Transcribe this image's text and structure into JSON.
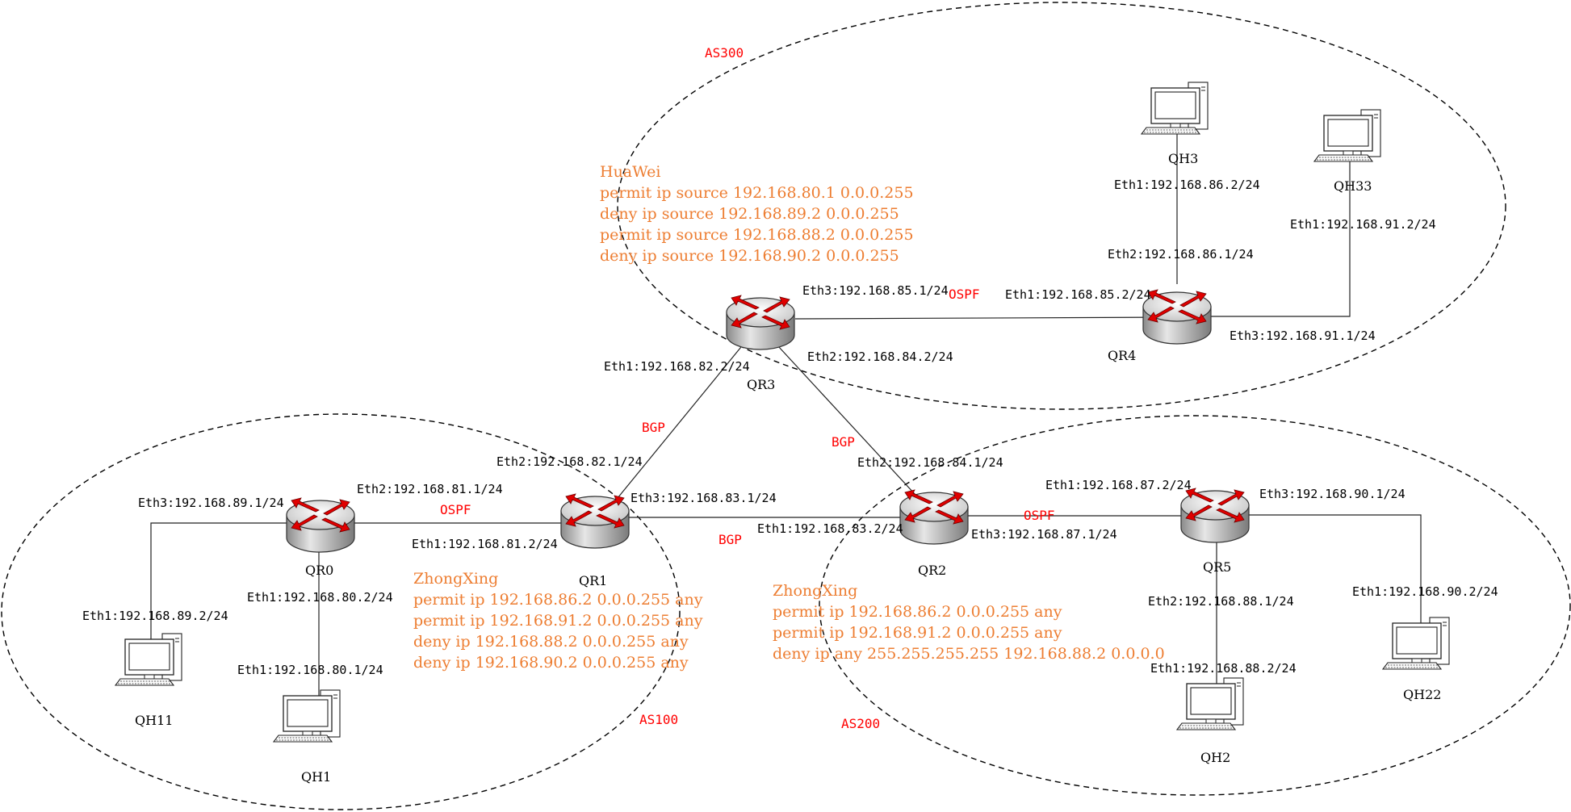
{
  "colors": {
    "protocol_red": "#ff0000",
    "acl_orange": "#ed7d31",
    "router_arrow": "#e00000",
    "line": "#222222"
  },
  "as_areas": {
    "as300": "AS300",
    "as100": "AS100",
    "as200": "AS200"
  },
  "routers": {
    "qr0": "QR0",
    "qr1": "QR1",
    "qr2": "QR2",
    "qr3": "QR3",
    "qr4": "QR4",
    "qr5": "QR5"
  },
  "hosts": {
    "qh1": "QH1",
    "qh11": "QH11",
    "qh2": "QH2",
    "qh22": "QH22",
    "qh3": "QH3",
    "qh33": "QH33"
  },
  "interfaces": {
    "qh3_eth1": "Eth1:192.168.86.2/24",
    "qh33_eth1": "Eth1:192.168.91.2/24",
    "qr4_eth2": "Eth2:192.168.86.1/24",
    "qr4_eth1": "Eth1:192.168.85.2/24",
    "qr4_eth3": "Eth3:192.168.91.1/24",
    "qr3_eth3": "Eth3:192.168.85.1/24",
    "qr3_eth1": "Eth1:192.168.82.2/24",
    "qr3_eth2": "Eth2:192.168.84.2/24",
    "qr1_eth2": "Eth2:192.168.82.1/24",
    "qr1_eth3": "Eth3:192.168.83.1/24",
    "qr0_eth2": "Eth2:192.168.81.1/24",
    "qr0_eth3": "Eth3:192.168.89.1/24",
    "qr1_eth1": "Eth1:192.168.81.2/24",
    "qr0_eth1": "Eth1:192.168.80.2/24",
    "qh11_eth1": "Eth1:192.168.89.2/24",
    "qh1_eth1": "Eth1:192.168.80.1/24",
    "qr2_eth2": "Eth2:192.168.84.1/24",
    "qr2_eth1": "Eth1:192.168.83.2/24",
    "qr2_eth3": "Eth3:192.168.87.1/24",
    "qr5_eth1": "Eth1:192.168.87.2/24",
    "qr5_eth3": "Eth3:192.168.90.1/24",
    "qr5_eth2": "Eth2:192.168.88.1/24",
    "qh22_eth1": "Eth1:192.168.90.2/24",
    "qh2_eth1": "Eth1:192.168.88.2/24"
  },
  "protocols": {
    "ospf_as300": "OSPF",
    "ospf_as100": "OSPF",
    "ospf_as200": "OSPF",
    "bgp_qr1_qr3": "BGP",
    "bgp_qr3_qr2": "BGP",
    "bgp_qr1_qr2": "BGP"
  },
  "acls": {
    "huawei": [
      "HuaWei",
      "permit ip source 192.168.80.1 0.0.0.255",
      "deny ip source 192.168.89.2 0.0.0.255",
      "permit ip source 192.168.88.2 0.0.0.255",
      "deny ip source 192.168.90.2 0.0.0.255"
    ],
    "zhongxing_as100": [
      "ZhongXing",
      "permit ip 192.168.86.2 0.0.0.255 any",
      "permit ip 192.168.91.2 0.0.0.255 any",
      "deny ip 192.168.88.2 0.0.0.255 any",
      "deny ip 192.168.90.2 0.0.0.255 any"
    ],
    "zhongxing_as200": [
      "ZhongXing",
      "permit ip 192.168.86.2 0.0.0.255 any",
      "permit ip 192.168.91.2 0.0.0.255 any",
      "deny ip any 255.255.255.255 192.168.88.2 0.0.0.0"
    ]
  },
  "icons": {
    "router": "router-icon",
    "host": "computer-icon"
  }
}
